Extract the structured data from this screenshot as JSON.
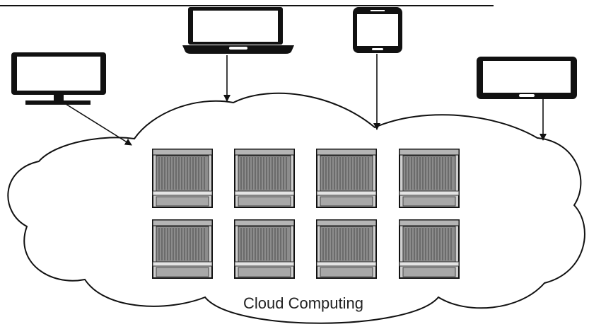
{
  "diagram": {
    "cloud_label": "Cloud Computing"
  },
  "devices": [
    {
      "icon": "desktop-monitor-icon"
    },
    {
      "icon": "laptop-icon"
    },
    {
      "icon": "smartphone-icon"
    },
    {
      "icon": "tablet-icon"
    }
  ],
  "servers": {
    "icon": "server-rack-icon",
    "rows": 2,
    "columns": 4
  },
  "colors": {
    "stroke": "#111111",
    "server_fill": "#9a9a9a",
    "server_panel": "#cfcfcf",
    "background": "#ffffff"
  }
}
